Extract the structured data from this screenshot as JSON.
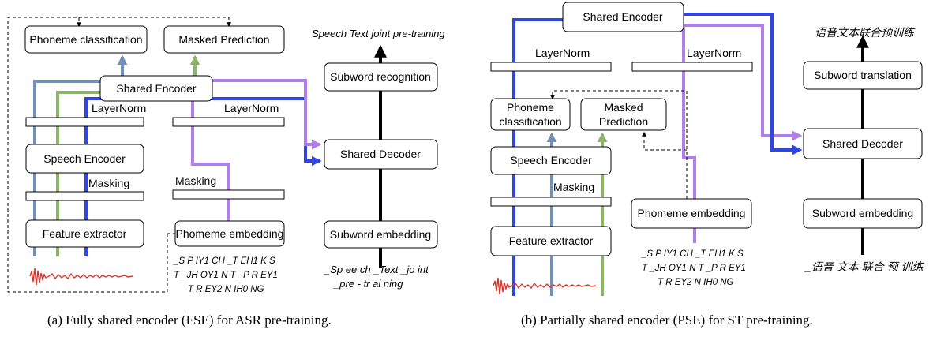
{
  "fse": {
    "boxes": {
      "phoneme_classification": "Phoneme classification",
      "masked_prediction": "Masked Prediction",
      "shared_encoder": "Shared Encoder",
      "speech_encoder": "Speech Encoder",
      "feature_extractor": "Feature extractor",
      "phoneme_embedding": "Phomeme embedding",
      "subword_recognition": "Subword recognition",
      "shared_decoder": "Shared Decoder",
      "subword_embedding": "Subword embedding"
    },
    "labels": {
      "layernorm_left": "LayerNorm",
      "layernorm_right": "LayerNorm",
      "masking_left": "Masking",
      "masking_right": "Masking",
      "top_title": "Speech Text joint pre-training"
    },
    "phoneme_tokens": [
      "_S P IY1 CH  _T EH1 K S",
      "T _JH OY1 N T _P R EY1",
      "T R EY2 N IH0 NG"
    ],
    "subword_tokens": [
      "_Sp ee ch _Text _jo int",
      "_pre - tr ai ning"
    ],
    "caption": "(a)  Fully shared encoder (FSE) for ASR pre-training."
  },
  "pse": {
    "boxes": {
      "shared_encoder": "Shared Encoder",
      "phoneme_classification_1": "Phoneme",
      "phoneme_classification_2": "classification",
      "masked_prediction_1": "Masked",
      "masked_prediction_2": "Prediction",
      "speech_encoder": "Speech Encoder",
      "feature_extractor": "Feature extractor",
      "phoneme_embedding": "Phomeme embedding",
      "subword_translation": "Subword translation",
      "shared_decoder": "Shared Decoder",
      "subword_embedding": "Subword embedding"
    },
    "labels": {
      "layernorm_left": "LayerNorm",
      "layernorm_right": "LayerNorm",
      "masking": "Masking",
      "top_title": "语音文本联合预训练"
    },
    "phoneme_tokens": [
      "_S P IY1 CH  _T EH1 K S",
      "T _JH OY1 N T _P R EY1",
      "T R EY2 N IH0 NG"
    ],
    "subword_tokens": [
      "_语音 文本 联合 预 训练"
    ],
    "caption": "(b)  Partially shared encoder (PSE) for ST pre-training."
  },
  "colors": {
    "blue": "#2f46e0",
    "steel": "#7090b8",
    "green": "#8cb56a",
    "purple": "#b07ee8",
    "wave": "#d9342b"
  }
}
